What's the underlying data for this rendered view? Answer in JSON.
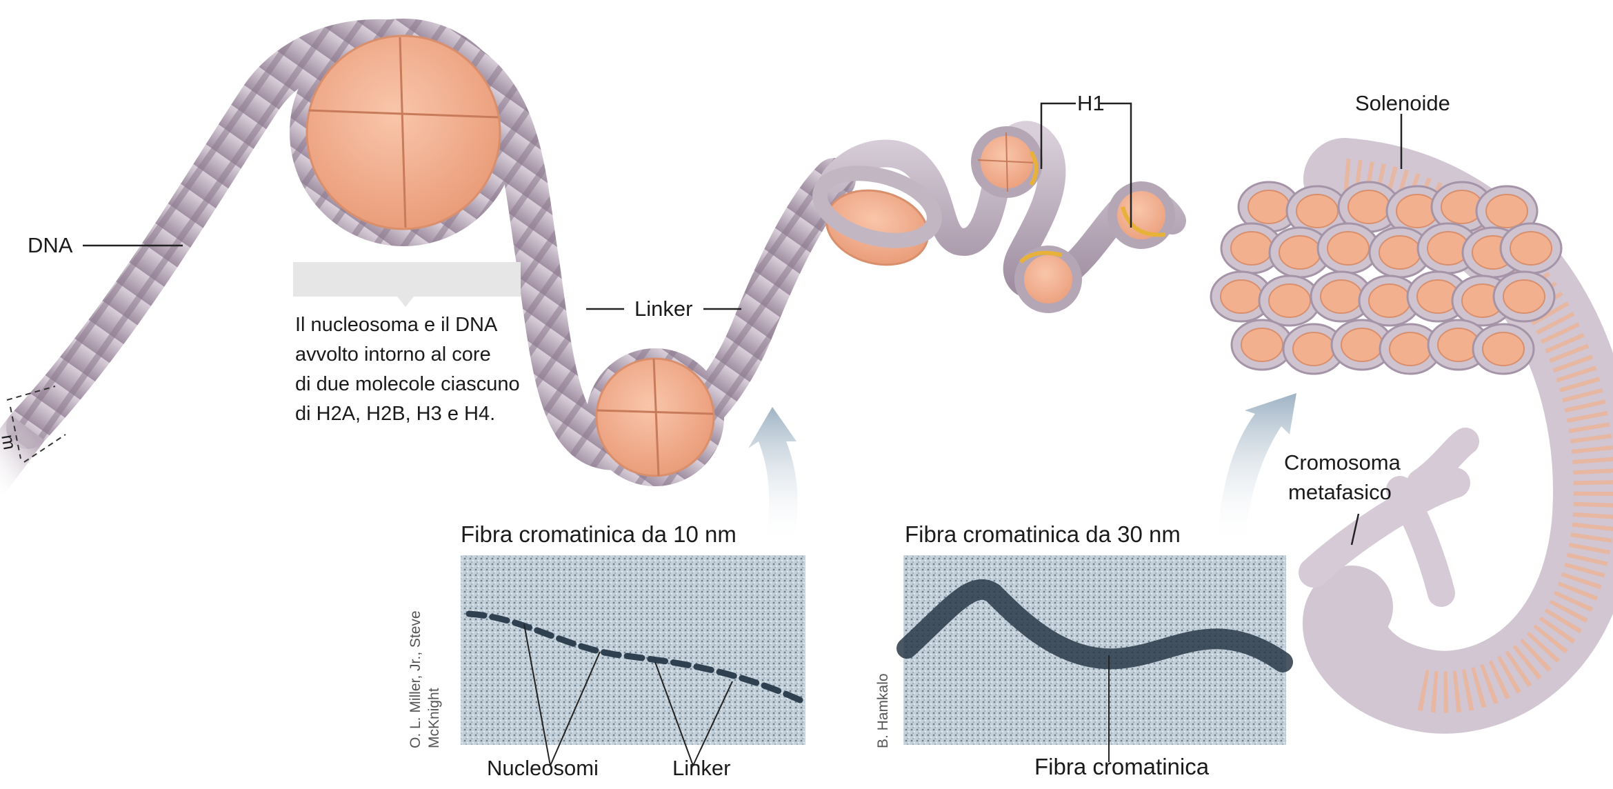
{
  "labels": {
    "dna": "DNA",
    "linker": "Linker",
    "h1": "H1",
    "solenoide": "Solenoide",
    "cromosoma_line1": "Cromosoma",
    "cromosoma_line2": "metafasico",
    "nm_partial": "m",
    "caption": [
      "Il nucleosoma e il DNA",
      "avvolto intorno al core",
      "di due molecole ciascuno",
      "di H2A, H2B, H3 e H4."
    ]
  },
  "micrograph_left": {
    "title": "Fibra cromatinica da 10 nm",
    "credit_line1": "O. L. Miller, Jr., Steve",
    "credit_line2": "McKnight",
    "label_nucleosomi": "Nucleosomi",
    "label_linker": "Linker"
  },
  "micrograph_right": {
    "title": "Fibra cromatinica da 30 nm",
    "credit": "B. Hamkalo",
    "label_fibra": "Fibra cromatinica"
  },
  "colors": {
    "dna_ribbon": "#b8a9b9",
    "dna_stripe": "#8c7a8e",
    "nucleosome": "#f2b08f",
    "nucleosome_edge": "#d98f6c",
    "h1_accent": "#e8b23a",
    "micrograph_bg": "#c9d3dc",
    "arrow": "#a9bccb"
  }
}
